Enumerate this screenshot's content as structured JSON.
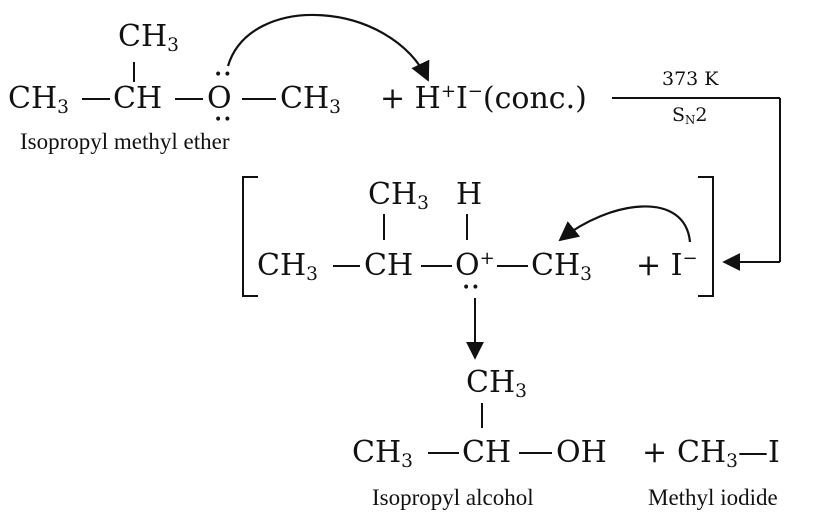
{
  "reactant": {
    "branch_ch3": "CH3",
    "chain": [
      "CH3",
      "CH",
      "O",
      "CH3"
    ],
    "label": "Isopropyl methyl ether"
  },
  "reagent": {
    "text": "+ H+I−(conc.)"
  },
  "conditions": {
    "temperature": "373 K",
    "mechanism": "SN2"
  },
  "intermediate": {
    "branch_ch3": "CH3",
    "h_on_o": "H",
    "chain": [
      "CH3",
      "CH",
      "O+",
      "CH3"
    ],
    "nucleophile": "+ I−"
  },
  "products": {
    "branch_ch3": "CH3",
    "chain": [
      "CH3",
      "CH",
      "OH"
    ],
    "plus": "+",
    "methyl_iodide": "CH3—I",
    "alcohol_label": "Isopropyl alcohol",
    "iodide_label": "Methyl iodide"
  }
}
